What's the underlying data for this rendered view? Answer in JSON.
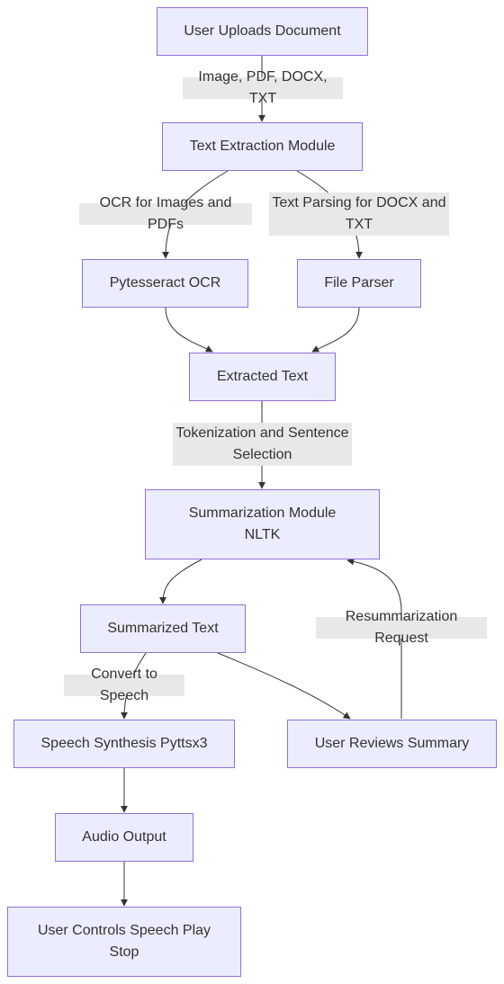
{
  "colors": {
    "node_fill": "#ECECFF",
    "node_border": "#9370DB",
    "edge": "#333333",
    "label_bg": "#e8e8e8",
    "text": "#333333"
  },
  "nodes": {
    "upload": {
      "label": "User Uploads Document"
    },
    "extract": {
      "label": "Text Extraction Module"
    },
    "ocr": {
      "label": "Pytesseract OCR"
    },
    "parser": {
      "label": "File Parser"
    },
    "extracted": {
      "label": "Extracted Text"
    },
    "summarize": {
      "line1": "Summarization Module",
      "line2": "NLTK"
    },
    "summarized": {
      "label": "Summarized Text"
    },
    "speech": {
      "label": "Speech Synthesis Pyttsx3"
    },
    "review": {
      "label": "User Reviews Summary"
    },
    "audio": {
      "label": "Audio Output"
    },
    "controls": {
      "line1": "User Controls Speech Play",
      "line2": "Stop"
    }
  },
  "edges": {
    "upload_extract": "Image, PDF, DOCX, TXT",
    "extract_ocr": "OCR for Images and PDFs",
    "extract_parser": {
      "line1": "Text Parsing for DOCX and",
      "line2": "TXT"
    },
    "extracted_summarize": {
      "line1": "Tokenization and Sentence",
      "line2": "Selection"
    },
    "summarized_speech": "Convert to Speech",
    "review_summarize": "Resummarization Request"
  }
}
